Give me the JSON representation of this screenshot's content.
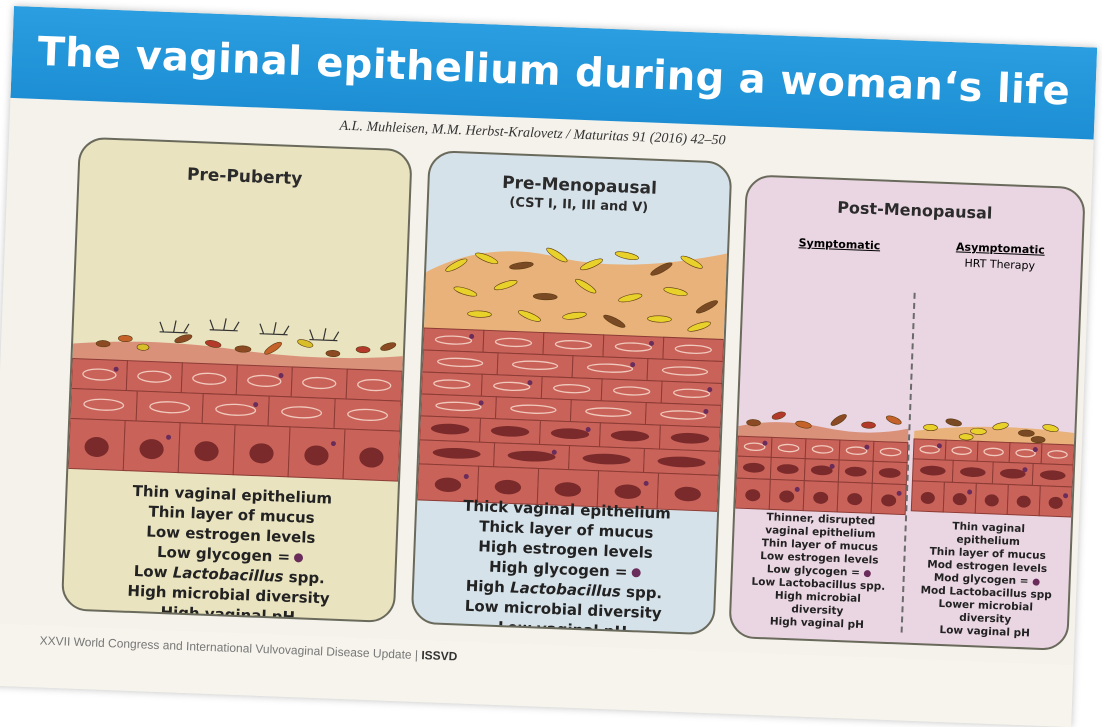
{
  "title": "The vaginal epithelium during a woman‘s life",
  "citation": "A.L. Muhleisen, M.M. Herbst-Kralovetz / Maturitas 91 (2016) 42–50",
  "colors": {
    "title_bar": "#1d8ed4",
    "cell": "#c9635a",
    "nucleus": "#7a2a2a",
    "mucus": "#e8b27a",
    "lactobacillus": "#e8d12a",
    "panel_pre": "#e9e3bf",
    "panel_premeno": "#d6e2ea",
    "panel_post": "#ead6e2"
  },
  "panels": {
    "pre_puberty": {
      "title": "Pre-Puberty",
      "lines": [
        {
          "lead": "Thin",
          "rest": " vaginal epithelium"
        },
        {
          "lead": "Thin",
          "rest": " layer of mucus"
        },
        {
          "lead": "Low",
          "rest": " estrogen levels"
        },
        {
          "lead": "Low",
          "rest": " glycogen ="
        },
        {
          "lead": "Low",
          "italic": "Lactobacillus",
          "rest": " spp."
        },
        {
          "lead": "High",
          "rest": " microbial diversity"
        },
        {
          "lead": "High",
          "rest": " vaginal pH"
        }
      ]
    },
    "pre_menopausal": {
      "title": "Pre-Menopausal",
      "subtitle": "(CST I, II, III and V)",
      "lines": [
        {
          "lead": "Thick",
          "rest": " vaginal epithelium"
        },
        {
          "lead": "Thick",
          "rest": " layer of mucus"
        },
        {
          "lead": "High",
          "rest": " estrogen levels"
        },
        {
          "lead": "High",
          "rest": " glycogen ="
        },
        {
          "lead": "High",
          "italic": "Lactobacillus",
          "rest": " spp."
        },
        {
          "lead": "Low",
          "rest": " microbial diversity"
        },
        {
          "lead": "Low",
          "rest": " vaginal pH"
        }
      ]
    },
    "post_menopausal": {
      "title": "Post-Menopausal",
      "symptomatic": {
        "heading": "Symptomatic",
        "lines": [
          "Thinner, disrupted",
          "vaginal epithelium",
          "Thin layer of mucus",
          "Low estrogen levels",
          "Low glycogen =",
          "Low Lactobacillus spp.",
          "High microbial",
          "diversity",
          "High vaginal pH"
        ]
      },
      "asymptomatic": {
        "heading": "Asymptomatic",
        "subheading": "HRT Therapy",
        "lines": [
          "Thin vaginal",
          "epithelium",
          "Thin layer of mucus",
          "Mod estrogen levels",
          "Mod glycogen =",
          "Mod Lactobacillus spp",
          "Lower microbial",
          "diversity",
          "Low vaginal pH"
        ]
      }
    }
  },
  "footer": {
    "text": "XXVII World Congress and International Vulvovaginal Disease Update | ",
    "brand": "ISSVD"
  }
}
